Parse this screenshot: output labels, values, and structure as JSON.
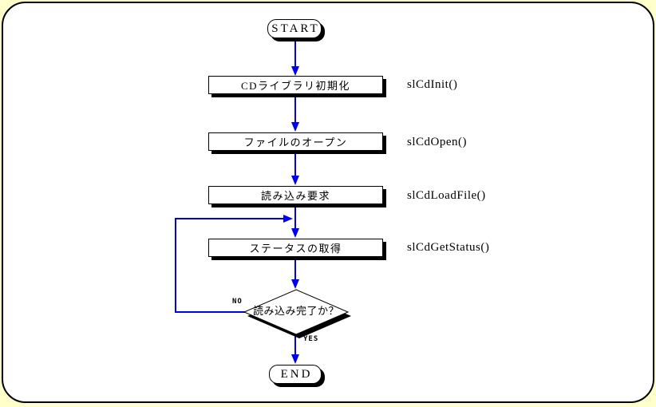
{
  "colors": {
    "outer_background": "#ffffcc",
    "canvas_background": "#ffffff",
    "connector_blue": "#0000f0",
    "outline_black": "#000000"
  },
  "flowchart": {
    "start_label": "START",
    "end_label": "END",
    "steps": [
      {
        "label": "CDライブラリ初期化",
        "api": "slCdInit()"
      },
      {
        "label": "ファイルのオープン",
        "api": "slCdOpen()"
      },
      {
        "label": "読み込み要求",
        "api": "slCdLoadFile()"
      },
      {
        "label": "ステータスの取得",
        "api": "slCdGetStatus()"
      }
    ],
    "decision": {
      "label": "読み込み完了か？",
      "no_label": "NO",
      "yes_label": "YES"
    }
  }
}
